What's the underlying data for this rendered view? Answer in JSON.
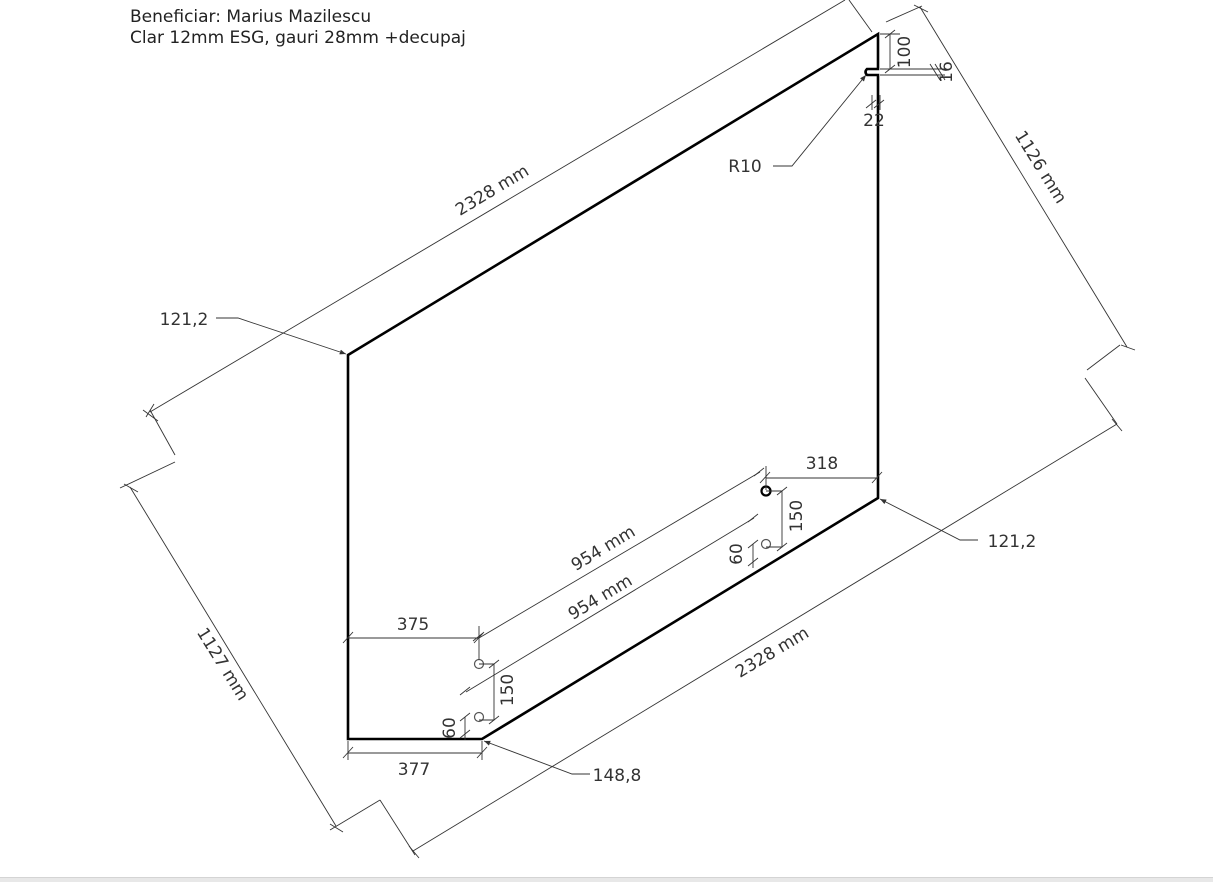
{
  "header": {
    "client_line": "Beneficiar: Marius Mazilescu",
    "spec_line": "Clar 12mm ESG, gauri 28mm +decupaj"
  },
  "dimensions": {
    "top_edge_length": "2328 mm",
    "bottom_edge_length": "2328 mm",
    "right_height": "1126 mm",
    "left_height": "1127 mm",
    "notch_offset": "100",
    "notch_depth": "16",
    "notch_width": "22",
    "notch_radius": "R10",
    "angle_top_left": "121,2",
    "angle_bottom_right": "121,2",
    "angle_bottom_left": "148,8",
    "hole_offset_right": "318",
    "hole_offset_left": "375",
    "bottom_short_edge": "377",
    "hole_spacing_upper": "954 mm",
    "hole_spacing_lower": "954 mm",
    "hole_vertical_right": "150",
    "hole_edge_right": "60",
    "hole_vertical_left": "150",
    "hole_edge_left": "60"
  },
  "colors": {
    "outline": "#000000",
    "dimension_line": "#333333"
  }
}
